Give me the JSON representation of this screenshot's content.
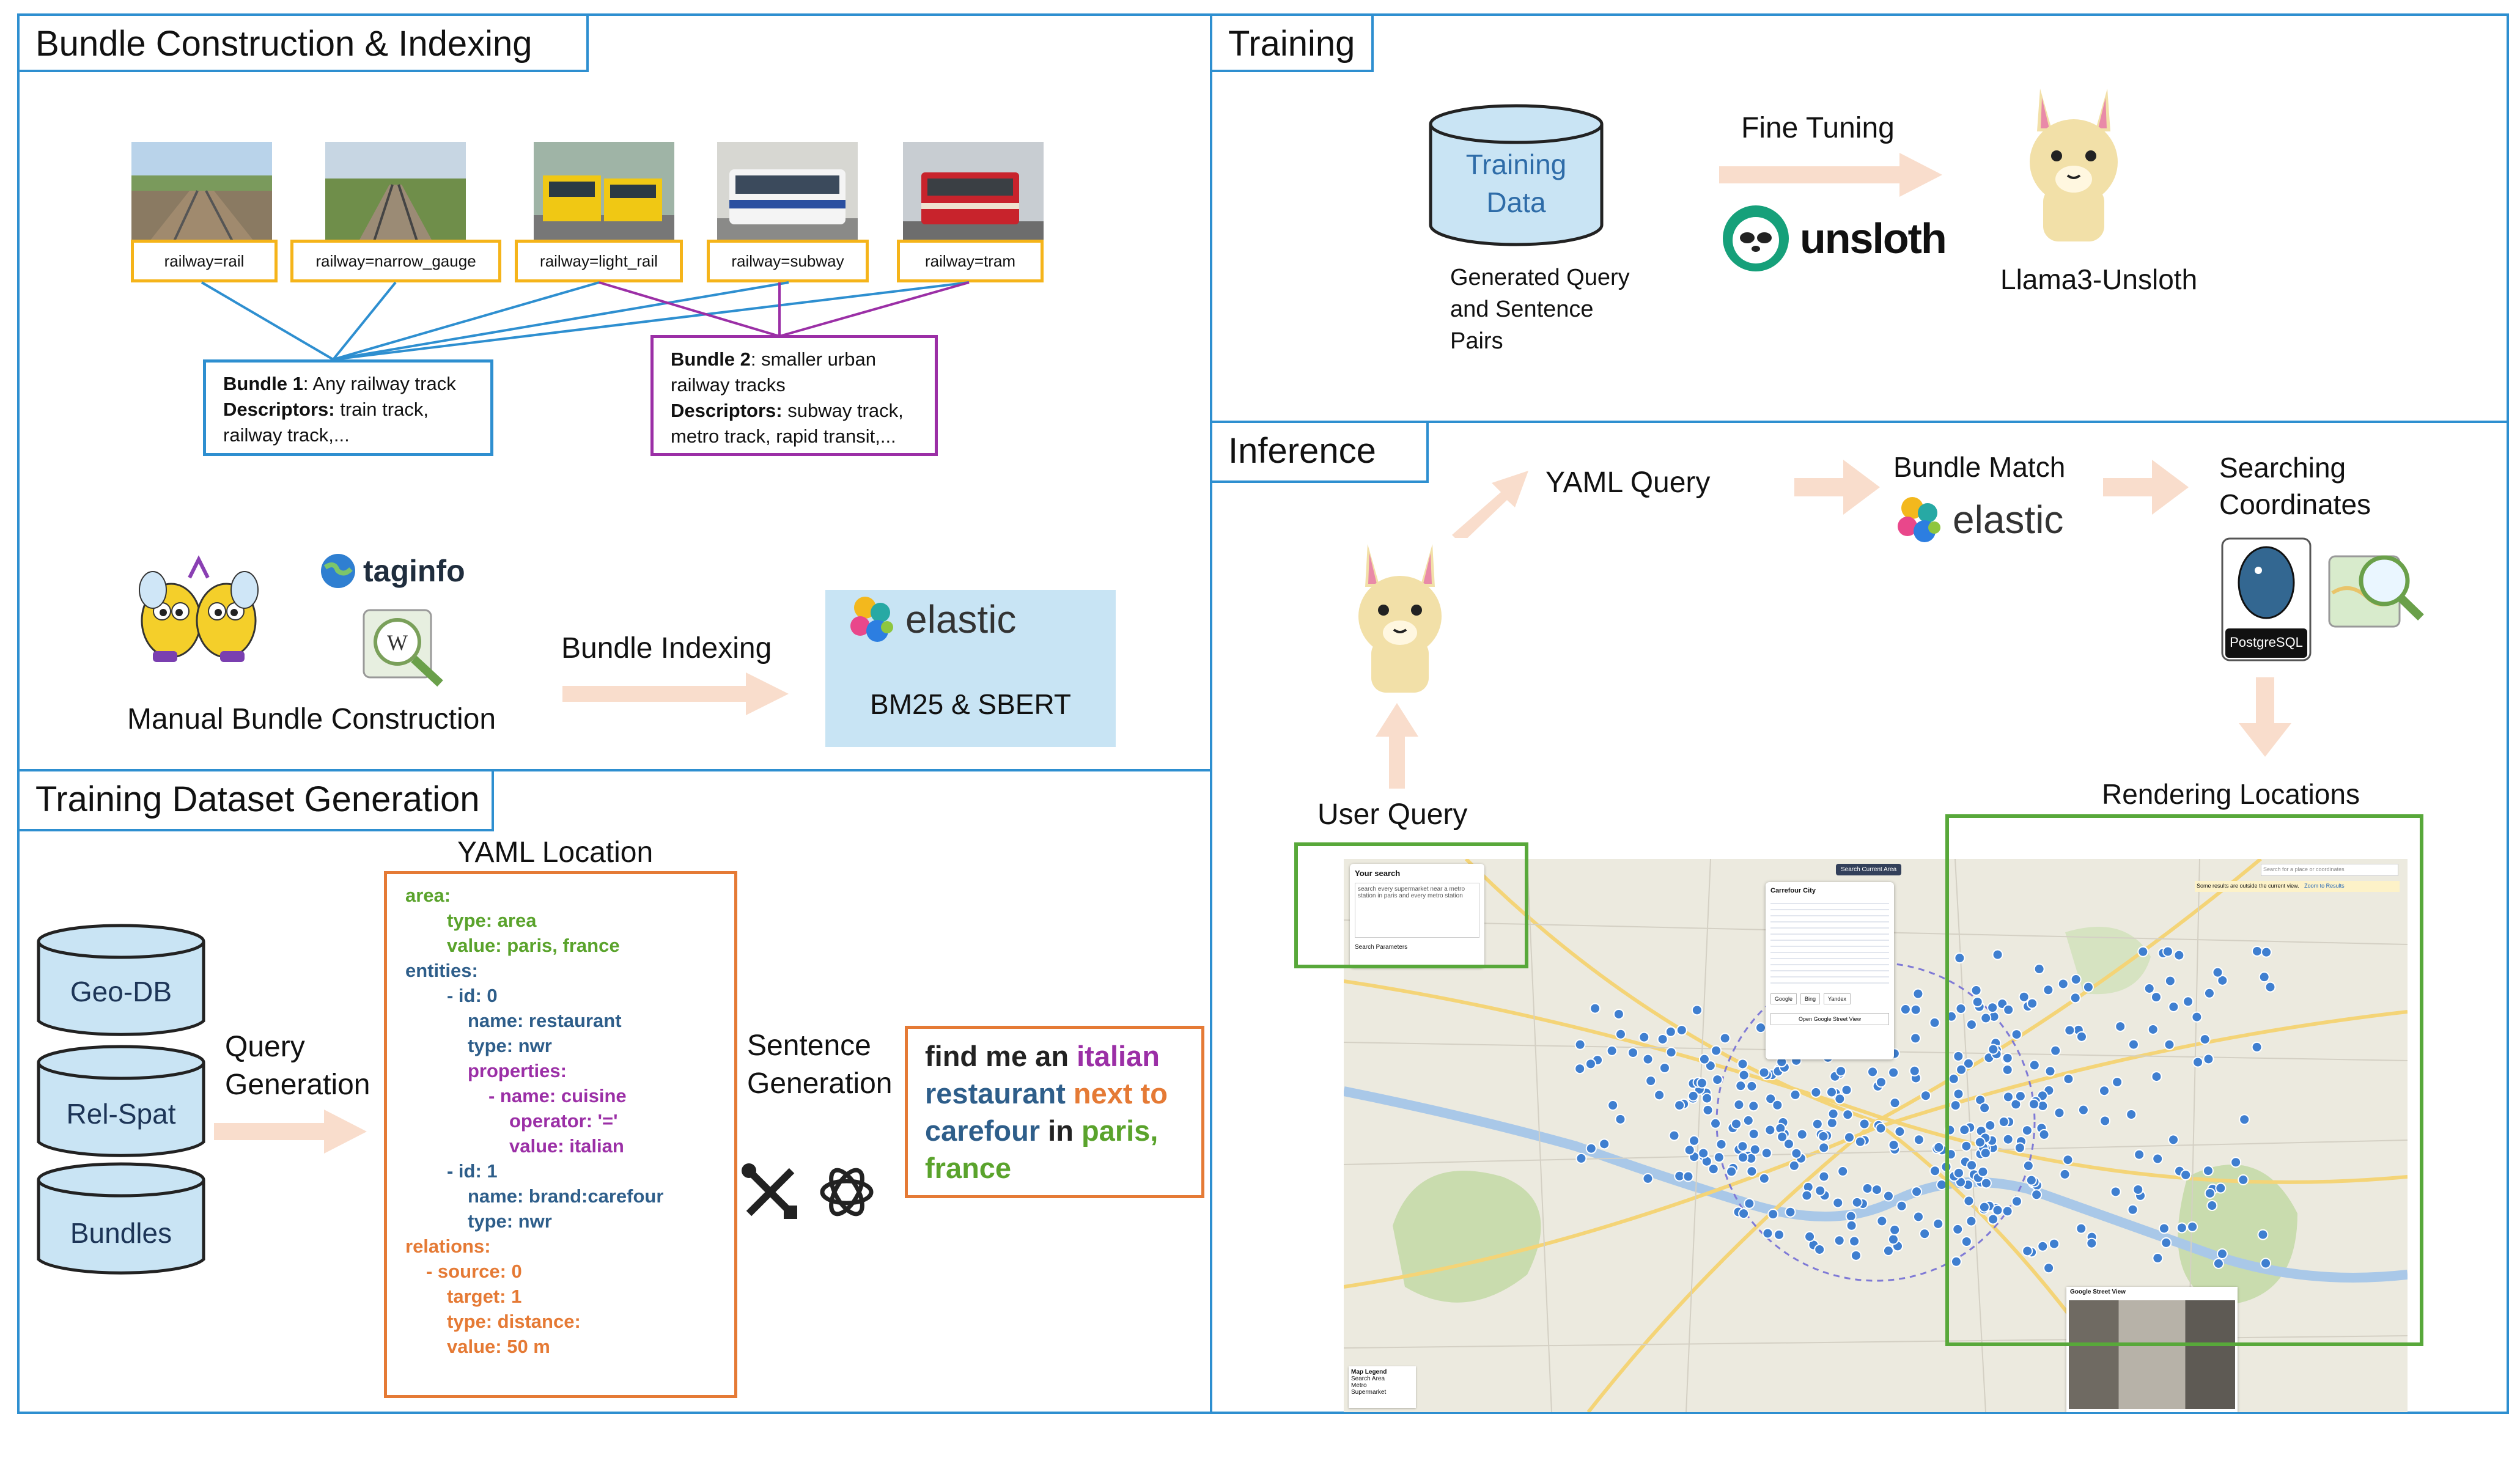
{
  "panels": {
    "bundle_title": "Bundle Construction & Indexing",
    "training_title": "Training",
    "inference_title": "Inference",
    "dataset_title": "Training Dataset Generation"
  },
  "bundle": {
    "tags": [
      "railway=rail",
      "railway=narrow_gauge",
      "railway=light_rail",
      "railway=subway",
      "railway=tram"
    ],
    "bundle1": {
      "name": "Bundle 1",
      "desc": ": Any railway track",
      "desc_label": "Descriptors:",
      "desc_text": " train track,",
      "desc_text2": "railway track,..."
    },
    "bundle2": {
      "name": "Bundle 2",
      "desc": ": smaller urban",
      "desc2": "railway tracks",
      "desc_label": "Descriptors:",
      "desc_text": " subway track,",
      "desc_text2": "metro track, rapid transit,..."
    },
    "taginfo": "taginfo",
    "manual": "Manual Bundle Construction",
    "indexing": "Bundle Indexing",
    "elastic": "elastic",
    "bm25": "BM25 & SBERT",
    "colors": {
      "tag_border": "#f5b41a",
      "bundle1_border": "#2e8fd0",
      "bundle2_border": "#9b2fa6"
    }
  },
  "training": {
    "data_line1": "Training",
    "data_line2": "Data",
    "fine_tuning": "Fine Tuning",
    "unsloth": "unsloth",
    "pairs_line1": "Generated Query",
    "pairs_line2": "and Sentence",
    "pairs_line3": "Pairs",
    "model": "Llama3-Unsloth"
  },
  "inference": {
    "yaml_query": "YAML Query",
    "bundle_match": "Bundle Match",
    "elastic": "elastic",
    "searching1": "Searching",
    "searching2": "Coordinates",
    "postgres": "PostgreSQL",
    "user_query": "User Query",
    "rendering": "Rendering Locations",
    "map": {
      "search_title": "Your search",
      "search_text1": "search every supermarket near a metro",
      "search_text2": "station in paris and every metro station",
      "search_params": "Search Parameters",
      "search_area_btn": "Search Current Area",
      "popup_title": "Carrefour City",
      "popup_buttons": [
        "Google",
        "Bing",
        "Yandex"
      ],
      "popup_street": "Open Google Street View",
      "legend_title": "Map Legend",
      "legend_items": [
        "Search Area",
        "Metro",
        "Supermarket"
      ],
      "street_view": "Google Street View",
      "search_placeholder": "Search for a place or coordinates",
      "notice": "Some results are outside the current view.",
      "zoom_link": "Zoom to Results"
    }
  },
  "dataset": {
    "dbs": [
      "Geo-DB",
      "Rel-Spat",
      "Bundles"
    ],
    "query_gen1": "Query",
    "query_gen2": "Generation",
    "yaml_title": "YAML Location",
    "yaml_lines": [
      {
        "t": "area:",
        "c": "y-g",
        "i": 0
      },
      {
        "t": "type: area",
        "c": "y-g",
        "i": 2
      },
      {
        "t": "value: paris, france",
        "c": "y-g",
        "i": 2
      },
      {
        "t": "entities:",
        "c": "y-b",
        "i": 0
      },
      {
        "t": "- id: 0",
        "c": "y-b",
        "i": 2
      },
      {
        "t": "name: restaurant",
        "c": "y-b",
        "i": 3
      },
      {
        "t": "type: nwr",
        "c": "y-b",
        "i": 3
      },
      {
        "t": "properties:",
        "c": "y-p",
        "i": 3
      },
      {
        "t": "- name: cuisine",
        "c": "y-p",
        "i": 4
      },
      {
        "t": "operator: '='",
        "c": "y-p",
        "i": 5
      },
      {
        "t": "value: italian",
        "c": "y-p",
        "i": 5
      },
      {
        "t": "- id: 1",
        "c": "y-b",
        "i": 2
      },
      {
        "t": "name: brand:carefour",
        "c": "y-b",
        "i": 3
      },
      {
        "t": "type: nwr",
        "c": "y-b",
        "i": 3
      },
      {
        "t": "relations:",
        "c": "y-o",
        "i": 0
      },
      {
        "t": "- source: 0",
        "c": "y-o",
        "i": 1
      },
      {
        "t": "target: 1",
        "c": "y-o",
        "i": 2
      },
      {
        "t": "type: distance:",
        "c": "y-o",
        "i": 2
      },
      {
        "t": "value: 50 m",
        "c": "y-o",
        "i": 2
      }
    ],
    "sent_gen1": "Sentence",
    "sent_gen2": "Generation",
    "sentence": [
      {
        "t": "find me an ",
        "c": "#222222"
      },
      {
        "t": "italian",
        "c": "#9b2fa6"
      },
      {
        "t": " restaurant",
        "c": "#2e5e8a"
      },
      {
        "t": " next",
        "c": "#e57a35"
      },
      {
        "t": " to",
        "c": "#e57a35"
      },
      {
        "t": " carefour",
        "c": "#2e5e8a"
      },
      {
        "t": " in",
        "c": "#222222"
      },
      {
        "t": " paris,",
        "c": "#5aa32c"
      },
      {
        "t": " france",
        "c": "#5aa32c"
      }
    ]
  }
}
